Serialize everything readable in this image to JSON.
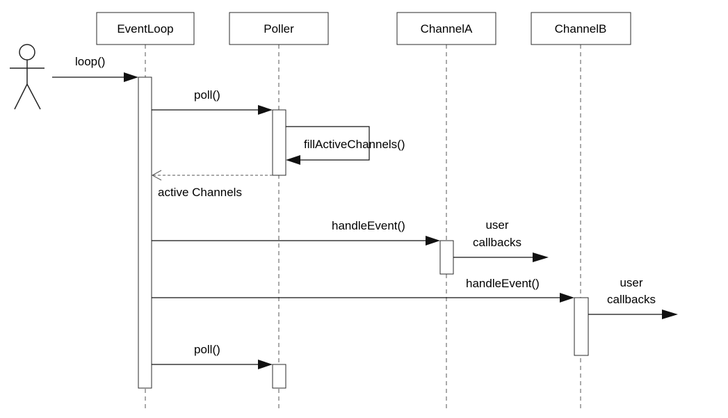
{
  "participants": {
    "event_loop": "EventLoop",
    "poller": "Poller",
    "channel_a": "ChannelA",
    "channel_b": "ChannelB"
  },
  "messages": {
    "loop": "loop()",
    "poll_1": "poll()",
    "fill_active_channels": "fillActiveChannels()",
    "active_channels": "active Channels",
    "handle_event_a": "handleEvent()",
    "user_callbacks_a_line1": "user",
    "user_callbacks_a_line2": "callbacks",
    "handle_event_b": "handleEvent()",
    "user_callbacks_b_line1": "user",
    "user_callbacks_b_line2": "callbacks",
    "poll_2": "poll()"
  }
}
